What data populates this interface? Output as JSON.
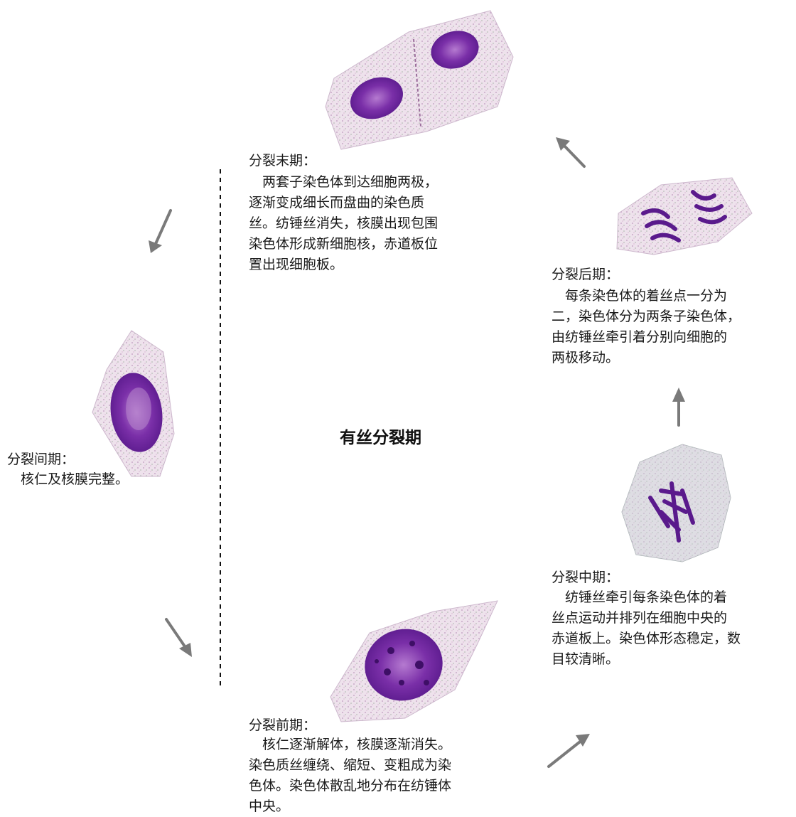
{
  "title": "有丝分裂期",
  "stages": {
    "telophase": {
      "label": "分裂末期：",
      "desc": "　两套子染色体到达细胞两极，\n逐渐变成细长而盘曲的染色质\n丝。纺锤丝消失，核膜出现包围\n染色体形成新细胞核，赤道板位\n置出现细胞板。"
    },
    "anaphase": {
      "label": "分裂后期：",
      "desc": "　每条染色体的着丝点一分为\n二，染色体分为两条子染色体，\n由纺锤丝牵引着分别向细胞的\n两极移动。"
    },
    "interphase": {
      "label": "分裂间期：",
      "desc": "　核仁及核膜完整。"
    },
    "metaphase": {
      "label": "分裂中期：",
      "desc": "　纺锤丝牵引每条染色体的着\n丝点运动并排列在细胞中央的\n赤道板上。染色体形态稳定，数\n目较清晰。"
    },
    "prophase": {
      "label": "分裂前期：",
      "desc": "　核仁逐渐解体，核膜逐渐消失。\n染色质丝缠绕、缩短、变粗成为染\n色体。染色体散乱地分布在纺锤体\n中央。"
    }
  },
  "colors": {
    "chromatin": "#5a1a8c",
    "cytoplasm": "#e6d8e6",
    "arrow": "#7a7a7a"
  }
}
